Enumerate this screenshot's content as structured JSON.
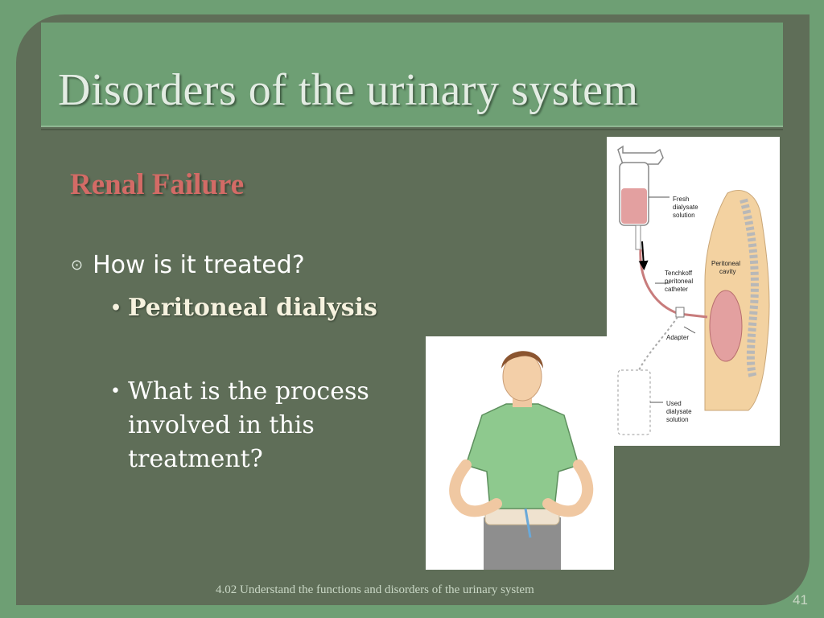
{
  "slide": {
    "title": "Disorders of the urinary system",
    "subtitle": "Renal Failure",
    "bullet1": "How is it treated?",
    "bullet2": "Peritoneal dialysis",
    "bullet3": "What is the process involved in this treatment?",
    "footer": "4.02 Understand the functions and disorders of the urinary system",
    "page_number": "41"
  },
  "diagram": {
    "label_fresh_1": "Fresh",
    "label_fresh_2": "dialysate",
    "label_fresh_3": "solution",
    "label_peritoneal_1": "Peritoneal",
    "label_peritoneal_2": "cavity",
    "label_tenchkoff_1": "Tenchkoff",
    "label_tenchkoff_2": "peritoneal",
    "label_tenchkoff_3": "catheter",
    "label_adapter": "Adapter",
    "label_used_1": "Used",
    "label_used_2": "dialysate",
    "label_used_3": "solution"
  },
  "colors": {
    "background": "#6e9f74",
    "panel": "#5f6e58",
    "subtitle": "#d36b66",
    "text": "#ffffff"
  },
  "icons": {
    "bullet1": "circled-dot-icon",
    "sub_bullet": "bullet-dot"
  }
}
